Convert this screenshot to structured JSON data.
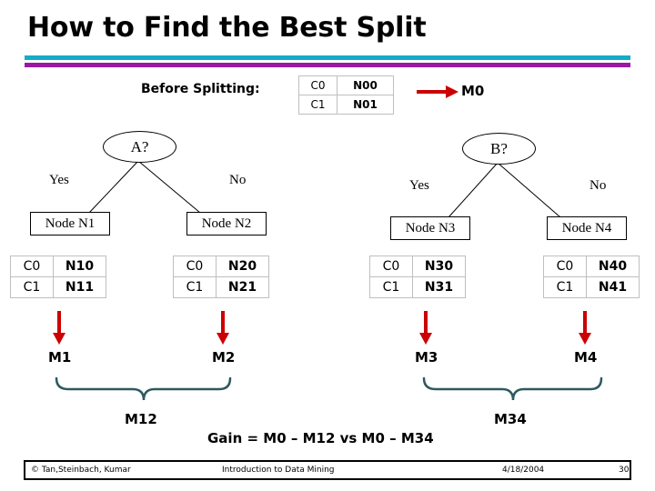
{
  "slide": {
    "title": "How to Find the Best Split",
    "divider_teal_color": "#17ABC9",
    "divider_purple_color": "#9B18A5",
    "arrow_color": "#CC0000",
    "brace_color": "#2D5960"
  },
  "before": {
    "label": "Before Splitting:",
    "table": {
      "rows": [
        {
          "class": "C0",
          "count": "N00"
        },
        {
          "class": "C1",
          "count": "N01"
        }
      ]
    },
    "measure": "M0"
  },
  "tree_a": {
    "root": "A?",
    "yes_label": "Yes",
    "no_label": "No",
    "left_node": "Node N1",
    "right_node": "Node N2"
  },
  "tree_b": {
    "root": "B?",
    "yes_label": "Yes",
    "no_label": "No",
    "left_node": "Node N3",
    "right_node": "Node N4"
  },
  "child_tables": [
    {
      "id": "n1",
      "rows": [
        {
          "class": "C0",
          "count": "N10"
        },
        {
          "class": "C1",
          "count": "N11"
        }
      ],
      "measure": "M1"
    },
    {
      "id": "n2",
      "rows": [
        {
          "class": "C0",
          "count": "N20"
        },
        {
          "class": "C1",
          "count": "N21"
        }
      ],
      "measure": "M2"
    },
    {
      "id": "n3",
      "rows": [
        {
          "class": "C0",
          "count": "N30"
        },
        {
          "class": "C1",
          "count": "N31"
        }
      ],
      "measure": "M3"
    },
    {
      "id": "n4",
      "rows": [
        {
          "class": "C0",
          "count": "N40"
        },
        {
          "class": "C1",
          "count": "N41"
        }
      ],
      "measure": "M4"
    }
  ],
  "aggregates": {
    "left_brace_label": "M12",
    "right_brace_label": "M34"
  },
  "gain": {
    "formula": "Gain = M0 – M12 vs  M0 – M34"
  },
  "footer": {
    "copyright": "© Tan,Steinbach, Kumar",
    "book": "Introduction to Data Mining",
    "date": "4/18/2004",
    "page": "30"
  }
}
